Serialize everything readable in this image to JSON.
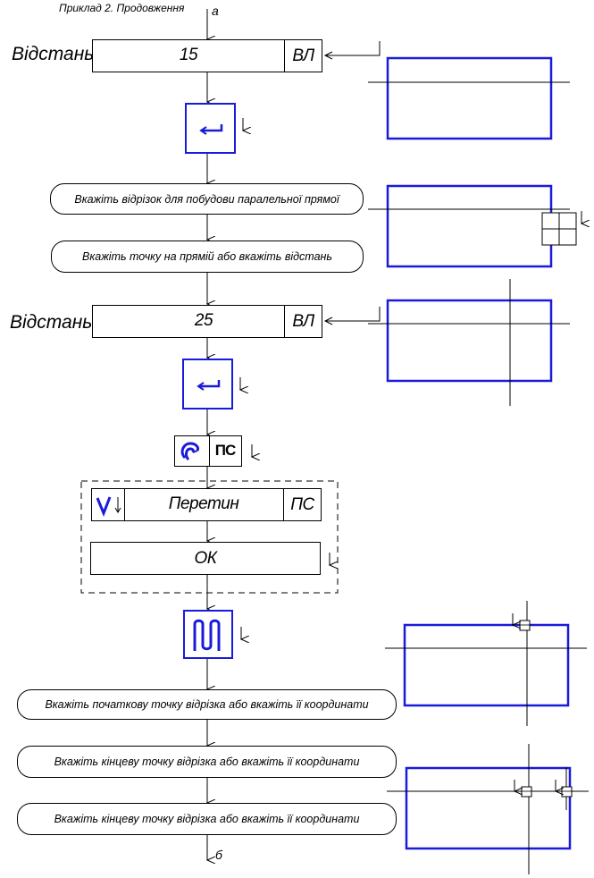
{
  "header": {
    "title": "Приклад 2. Продовження",
    "connector_top": "а",
    "connector_bottom": "б"
  },
  "step1": {
    "label": "Відстань",
    "value": "15",
    "unit": "ВЛ"
  },
  "prompt1": "Вкажіть відрізок для побудови паралельної прямої",
  "prompt2": "Вкажіть точку на прямій або вкажіть відстань",
  "step2": {
    "label": "Відстань",
    "value": "25",
    "unit": "ВЛ"
  },
  "snap": {
    "label": "ПС"
  },
  "intersection": {
    "label": "Перетин",
    "unit": "ПС"
  },
  "ok": {
    "label": "ОК"
  },
  "prompt3": "Вкажіть початкову точку відрізка або вкажіть її координати",
  "prompt4": "Вкажіть кінцеву точку відрізка або вкажіть її координати",
  "prompt5": "Вкажіть кінцеву точку відрізка або вкажіть її координати",
  "colors": {
    "accent": "#1a1adb",
    "line": "#000000"
  }
}
